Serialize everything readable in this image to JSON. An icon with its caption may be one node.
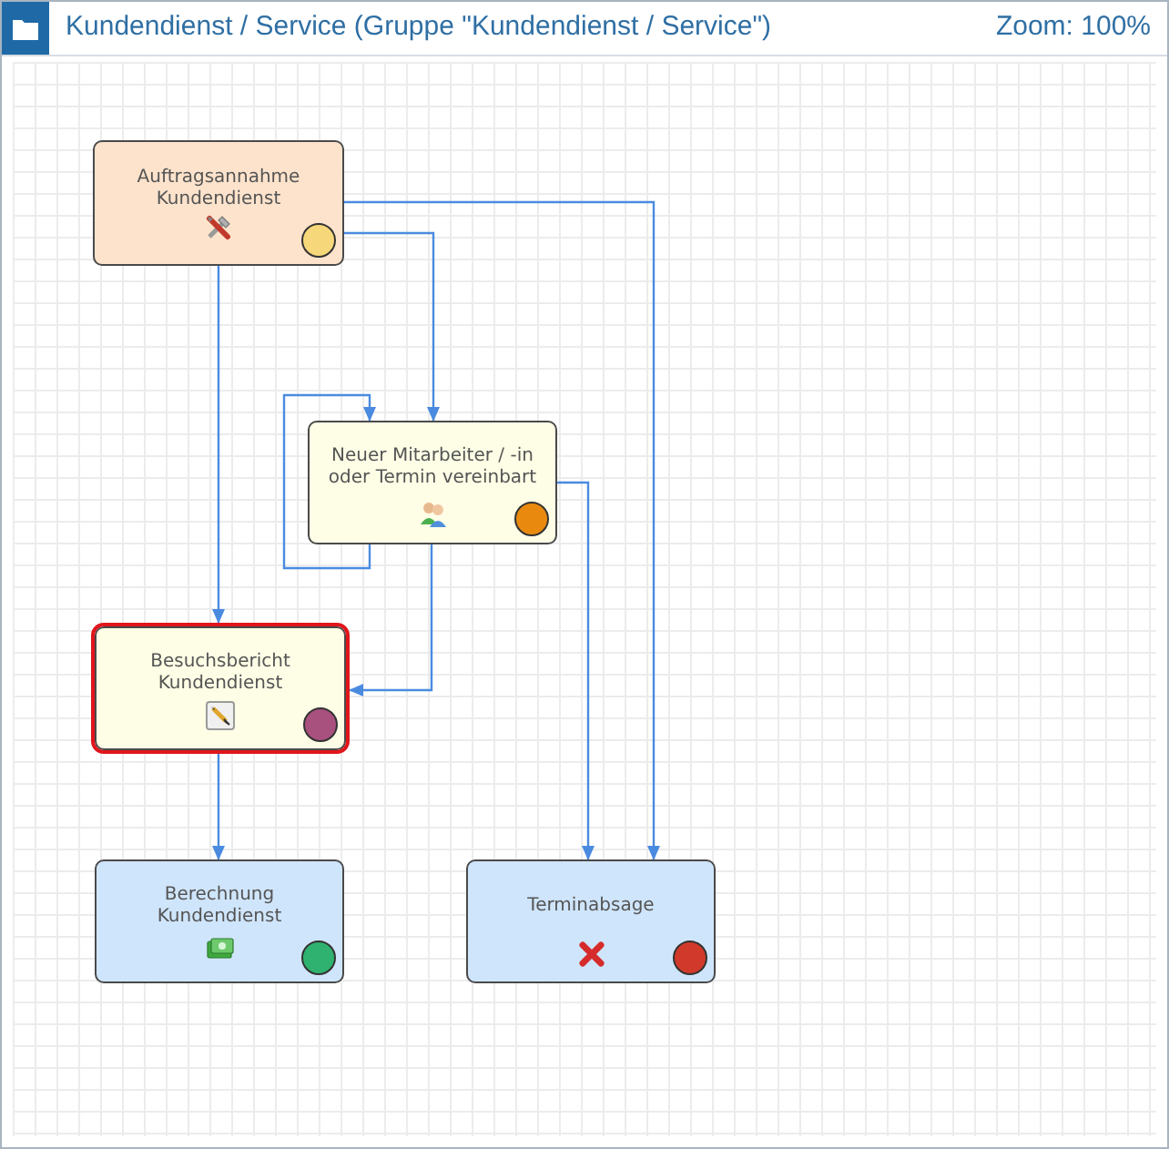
{
  "diagram": {
    "title": "Kundendienst / Service (Gruppe \"Kundendienst / Service\")",
    "nodes": [
      {
        "text": [
          "Auftragsannahme Kundendienst"
        ]
      },
      {
        "text": [
          "Neuer Mitarbeiter / -in oder Termin vereinbart"
        ]
      },
      {
        "text": [
          "Besuchsbericht Kundendienst"
        ]
      },
      {
        "text": [
          "Berechnung Kundendienst"
        ]
      },
      {
        "text": [
          "Terminabsage"
        ]
      }
    ],
    "edges": [
      {
        "from": 0,
        "to": 2,
        "arrow": "to"
      },
      {
        "from": 0,
        "to": 1,
        "arrow": "to"
      },
      {
        "from": 0,
        "to": 4,
        "arrow": "to"
      },
      {
        "from": 1,
        "to": 1,
        "arrow": "to"
      },
      {
        "from": 1,
        "to": 2,
        "arrow": "to"
      },
      {
        "from": 1,
        "to": 4,
        "arrow": "to"
      },
      {
        "from": 2,
        "to": 3,
        "arrow": "to"
      }
    ],
    "labels": [
      "Zoom: 100%"
    ]
  }
}
